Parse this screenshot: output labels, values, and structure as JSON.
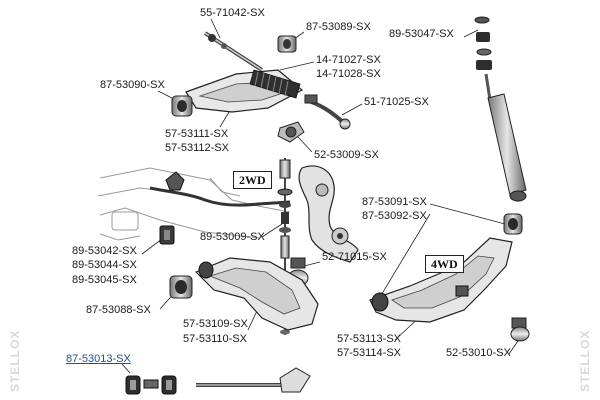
{
  "parts": {
    "p_55_71042": "55-71042-SX",
    "p_87_53089": "87-53089-SX",
    "p_89_53047": "89-53047-SX",
    "p_14_71027": "14-71027-SX",
    "p_14_71028": "14-71028-SX",
    "p_87_53090": "87-53090-SX",
    "p_51_71025": "51-71025-SX",
    "p_57_53111": "57-53111-SX",
    "p_57_53112": "57-53112-SX",
    "p_52_53009": "52-53009-SX",
    "p_87_53091": "87-53091-SX",
    "p_87_53092": "87-53092-SX",
    "p_89_53009": "89-53009-SX",
    "p_89_53042": "89-53042-SX",
    "p_89_53044": "89-53044-SX",
    "p_89_53045": "89-53045-SX",
    "p_52_71015": "52-71015-SX",
    "p_87_53088": "87-53088-SX",
    "p_57_53109": "57-53109-SX",
    "p_57_53110": "57-53110-SX",
    "p_57_53113": "57-53113-SX",
    "p_57_53114": "57-53114-SX",
    "p_52_53010": "52-53010-SX",
    "p_87_53013": "87-53013-SX"
  },
  "badges": {
    "two_wd": "2WD",
    "four_wd": "4WD"
  },
  "watermark": {
    "left": "STELLOX",
    "right": "STELLOX"
  },
  "colors": {
    "line": "#222222",
    "highlight": "#1f4fa8",
    "watermark": "#d8d8d8",
    "part_dark": "#333333",
    "part_mid": "#8a8a8a",
    "part_light": "#cfcfcf"
  }
}
